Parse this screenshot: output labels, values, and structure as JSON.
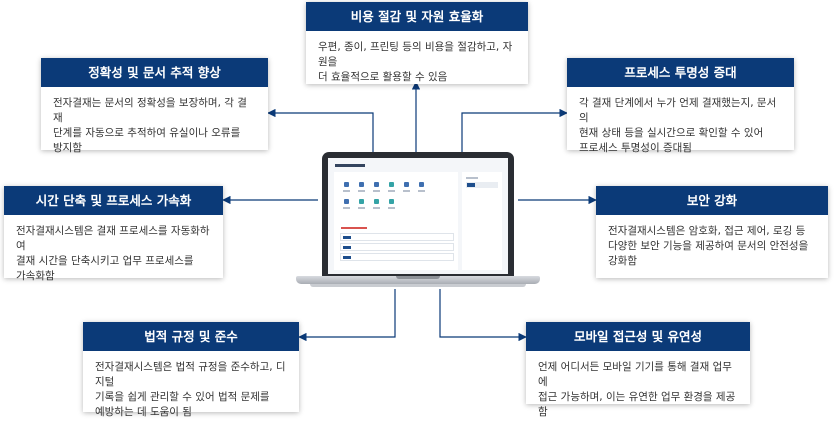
{
  "cards": [
    {
      "id": "cost",
      "title": "비용 절감 및 자원 효율화",
      "lines": [
        "우편, 종이, 프린팅 등의 비용을 절감하고, 자원을",
        "더 효율적으로 활용할 수 있음"
      ]
    },
    {
      "id": "accuracy",
      "title": "정확성 및 문서 추적 향상",
      "lines": [
        "전자결재는 문서의 정확성을 보장하며, 각 결재",
        "단계를 자동으로 추적하여 유실이나 오류를",
        "방지함"
      ]
    },
    {
      "id": "transparency",
      "title": "프로세스 투명성 증대",
      "lines": [
        "각 결재 단계에서 누가 언제 결재했는지, 문서의",
        "현재 상태 등을 실시간으로 확인할 수 있어",
        "프로세스 투명성이 증대됨"
      ]
    },
    {
      "id": "time",
      "title": "시간 단축 및 프로세스 가속화",
      "lines": [
        "전자결재시스템은 결재 프로세스를 자동화하여",
        "결재 시간을 단축시키고 업무 프로세스를",
        "가속화함"
      ]
    },
    {
      "id": "security",
      "title": "보안 강화",
      "lines": [
        "전자결재시스템은 암호화, 접근 제어, 로깅 등",
        "다양한 보안 기능을 제공하여 문서의 안전성을",
        "강화함"
      ]
    },
    {
      "id": "legal",
      "title": "법적 규정 및 준수",
      "lines": [
        "전자결재시스템은 법적 규정을 준수하고, 디지털",
        "기록을 쉽게 관리할 수 있어 법적 문제를",
        "예방하는 데 도움이 됨"
      ]
    },
    {
      "id": "mobile",
      "title": "모바일 접근성 및 유연성",
      "lines": [
        "언제 어디서든 모바일 기기를 통해 결재 업무에",
        "접근 가능하며, 이는 유연한 업무 환경을 제공함"
      ]
    }
  ],
  "colors": {
    "header": "#0b3a78",
    "connector": "#0b3a78",
    "text": "#333333"
  }
}
